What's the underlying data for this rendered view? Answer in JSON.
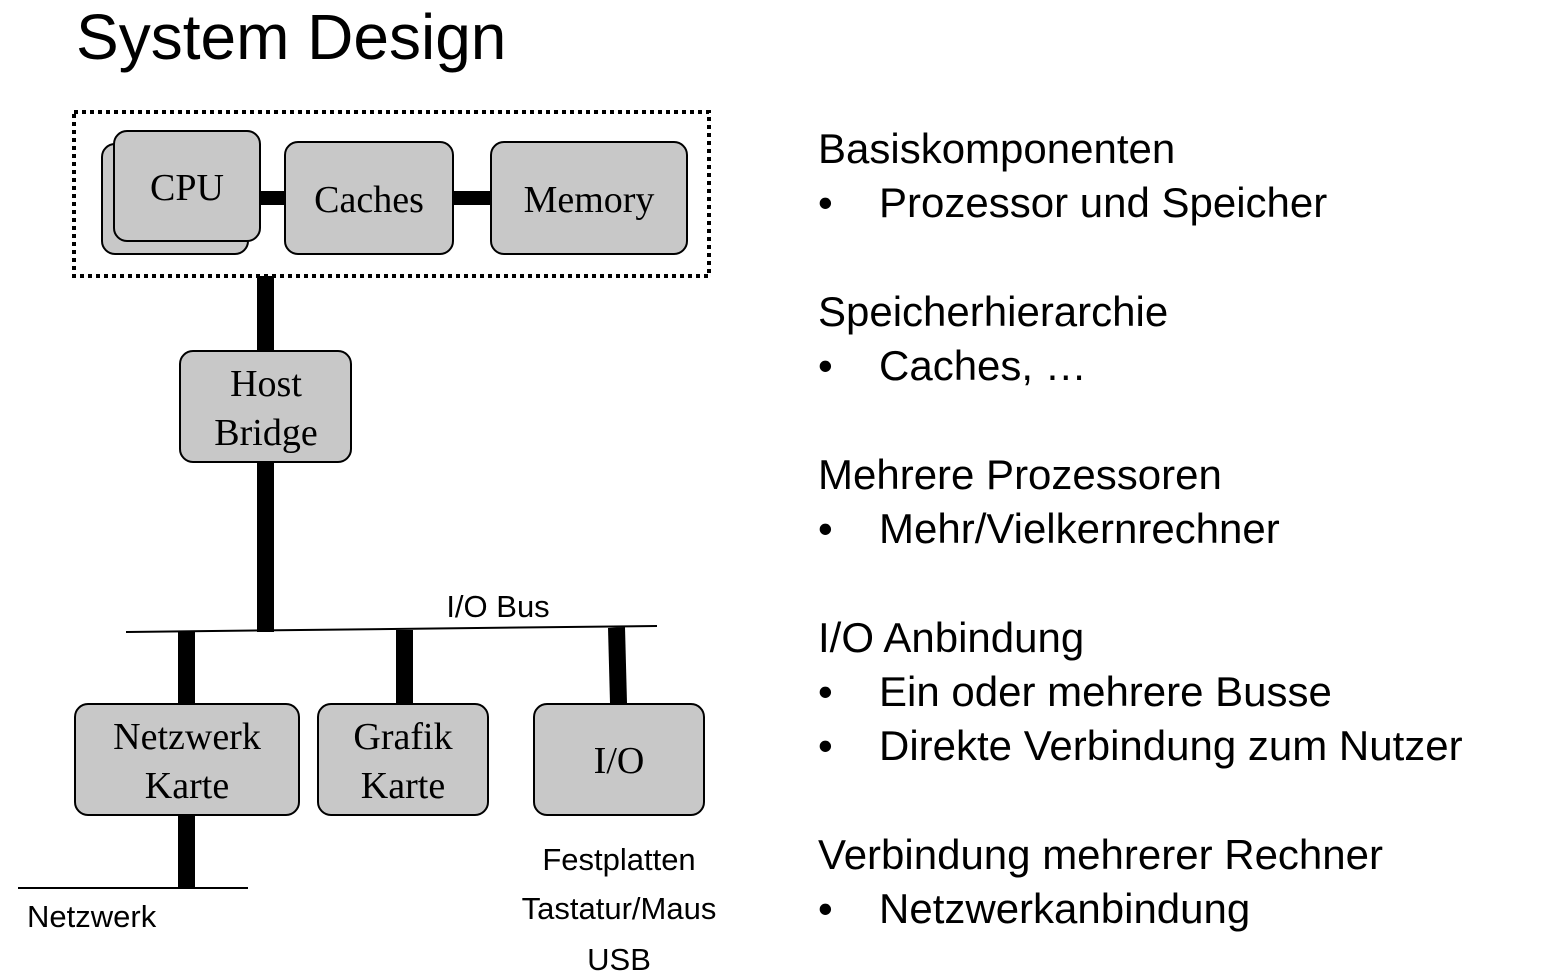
{
  "title": "System Design",
  "diagram": {
    "cpu": "CPU",
    "caches": "Caches",
    "memory": "Memory",
    "host_bridge": [
      "Host",
      "Bridge"
    ],
    "io_bus": "I/O Bus",
    "netzwerk_karte": [
      "Netzwerk",
      "Karte"
    ],
    "grafik_karte": [
      "Grafik",
      "Karte"
    ],
    "io": "I/O",
    "netzwerk": "Netzwerk",
    "io_devices": [
      "Festplatten",
      "Tastatur/Maus",
      "USB"
    ]
  },
  "sections": [
    {
      "heading": "Basiskomponenten",
      "items": [
        "Prozessor und Speicher"
      ]
    },
    {
      "heading": "Speicherhierarchie",
      "items": [
        "Caches, …"
      ]
    },
    {
      "heading": "Mehrere Prozessoren",
      "items": [
        "Mehr/Vielkernrechner"
      ]
    },
    {
      "heading": "I/O Anbindung",
      "items": [
        "Ein oder mehrere Busse",
        "Direkte Verbindung zum Nutzer"
      ]
    },
    {
      "heading": "Verbindung mehrerer Rechner",
      "items": [
        "Netzwerkanbindung"
      ]
    }
  ]
}
